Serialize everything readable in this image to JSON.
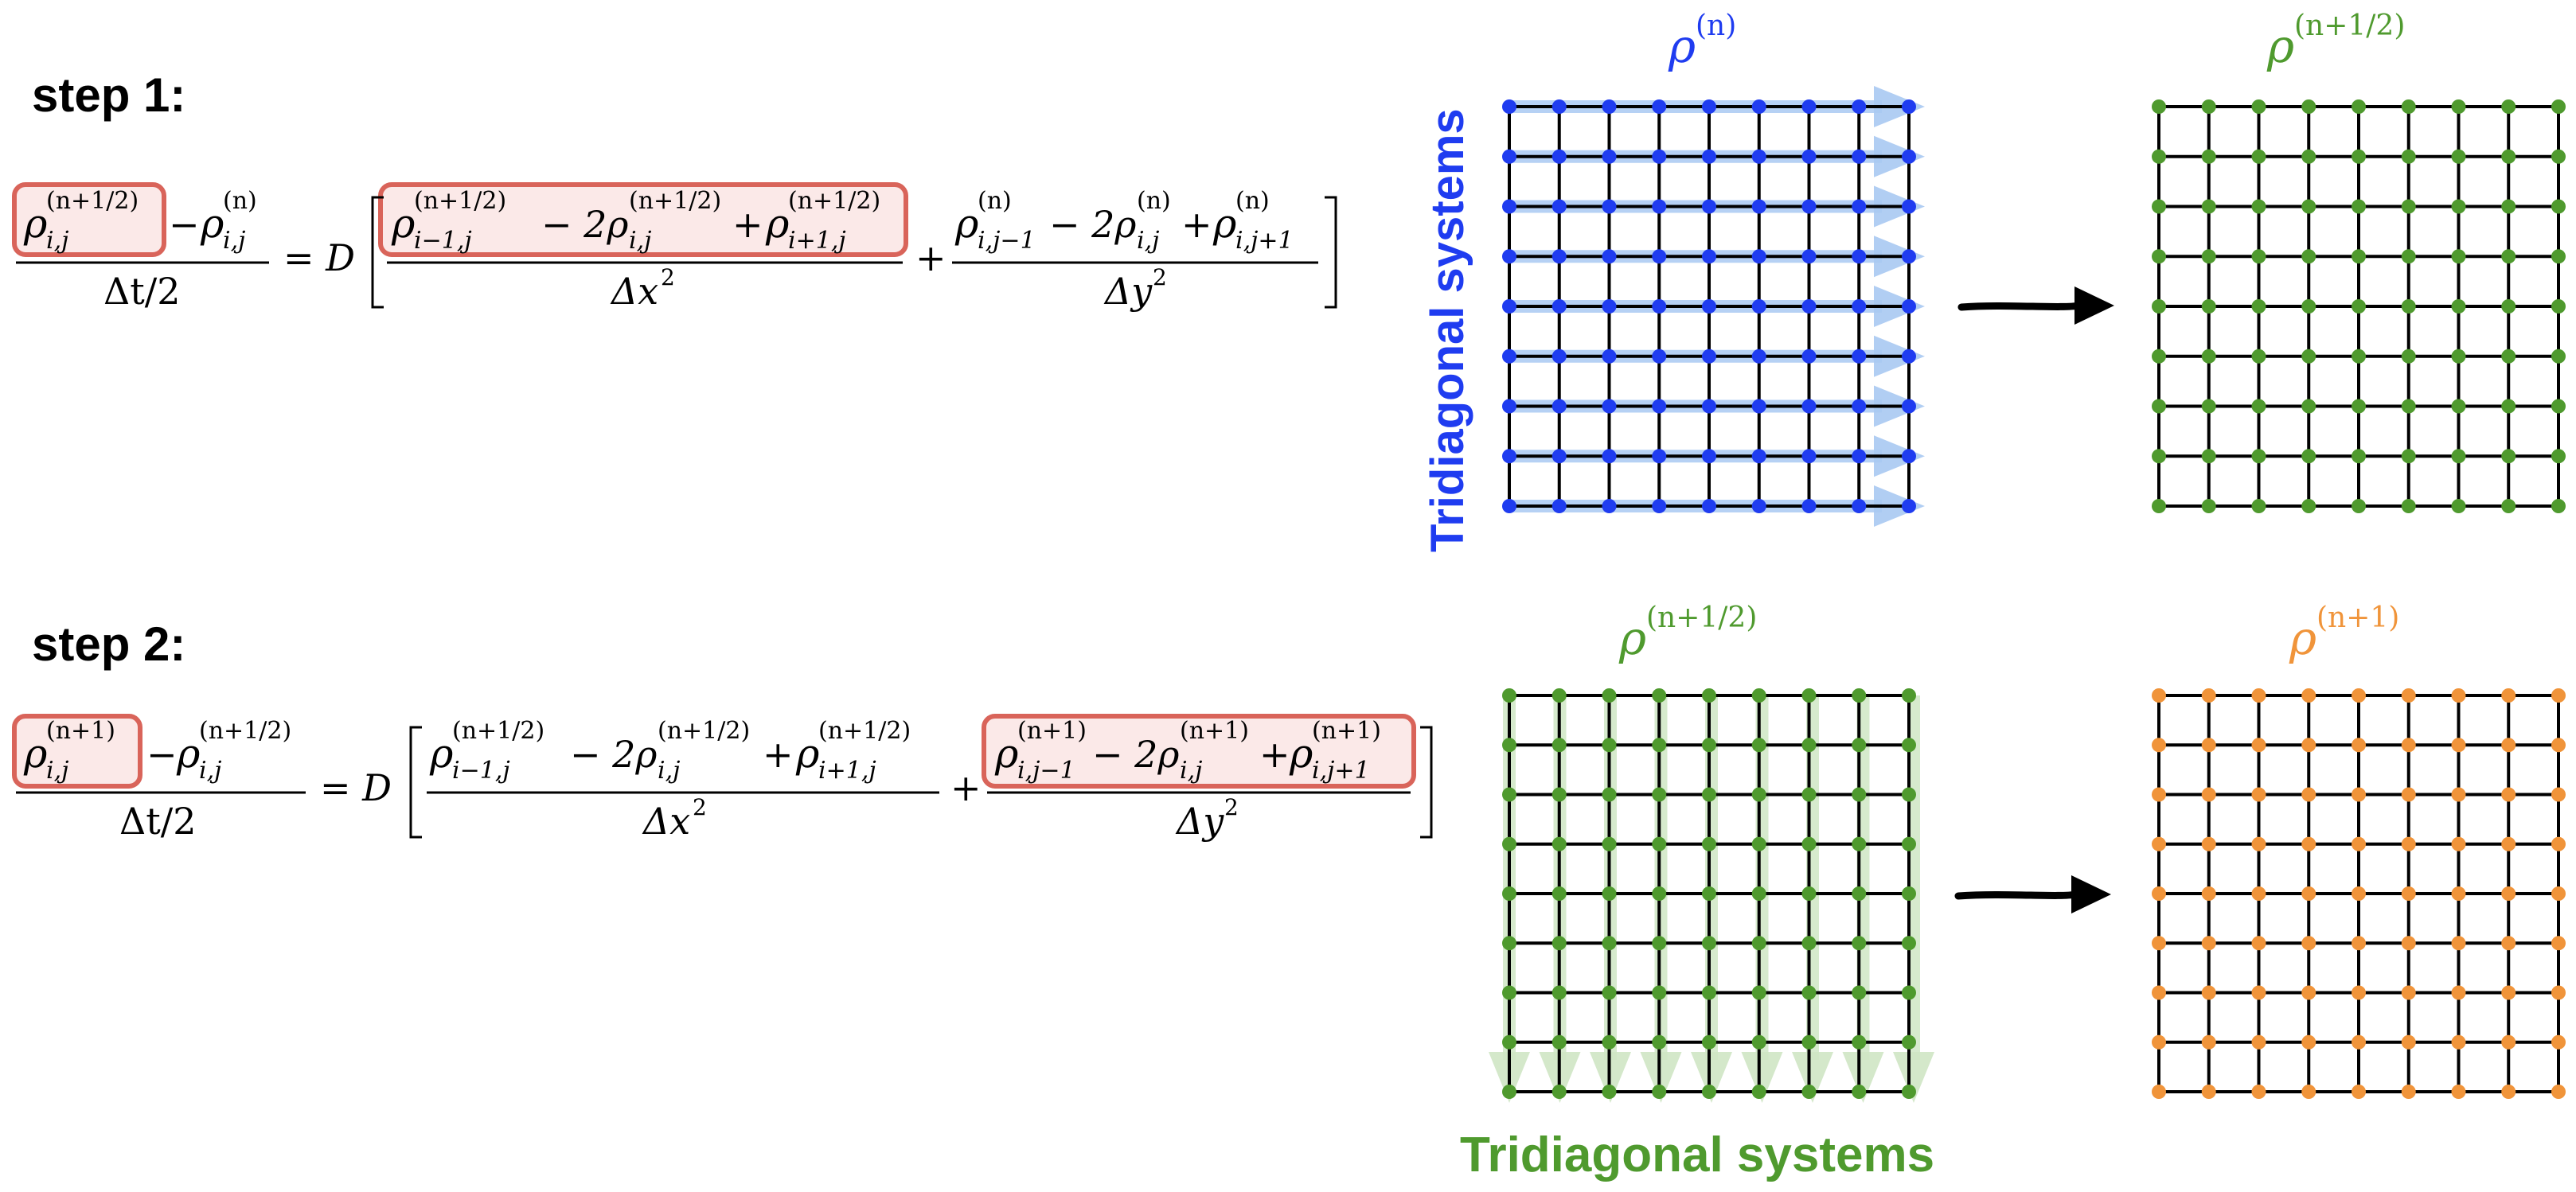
{
  "steps": [
    {
      "label": "step 1:"
    },
    {
      "label": "step 2:"
    }
  ],
  "eq": {
    "rho": "ρ",
    "sub_ij": "i,j",
    "sub_im1j": "i−1,j",
    "sub_ip1j": "i+1,j",
    "sub_ijm1": "i,j−1",
    "sub_ijp1": "i,j+1",
    "sup_n": "(n)",
    "sup_nhalf": "(n+1/2)",
    "sup_n1": "(n+1)",
    "minus": "−",
    "minus_two_rho": "− 2ρ",
    "plus": "+",
    "eq_D": "= D",
    "dt2": "Δt/2",
    "dx2": "Δx",
    "dy2": "Δy",
    "sq": "2"
  },
  "grids": {
    "g1_title": {
      "base": "ρ",
      "sup": "(n)"
    },
    "g2_title": {
      "base": "ρ",
      "sup": "(n+1/2)"
    },
    "g3_title": {
      "base": "ρ",
      "sup": "(n+1/2)"
    },
    "g4_title": {
      "base": "ρ",
      "sup": "(n+1)"
    }
  },
  "labels": {
    "tridiagonal_vertical": "Tridiagonal systems",
    "tridiagonal_horizontal": "Tridiagonal systems"
  },
  "colors": {
    "blue": "#1f3cf0",
    "green": "#4f9a2e",
    "orange": "#f0943a",
    "black": "#000000",
    "highlight_fill": "#fbe9e8",
    "highlight_stroke": "#d9645a",
    "blue_arrow": "#a9c9f2",
    "green_arrow": "#cfe6c4"
  },
  "icons": [
    "right-arrow-icon",
    "right-arrow-icon"
  ]
}
